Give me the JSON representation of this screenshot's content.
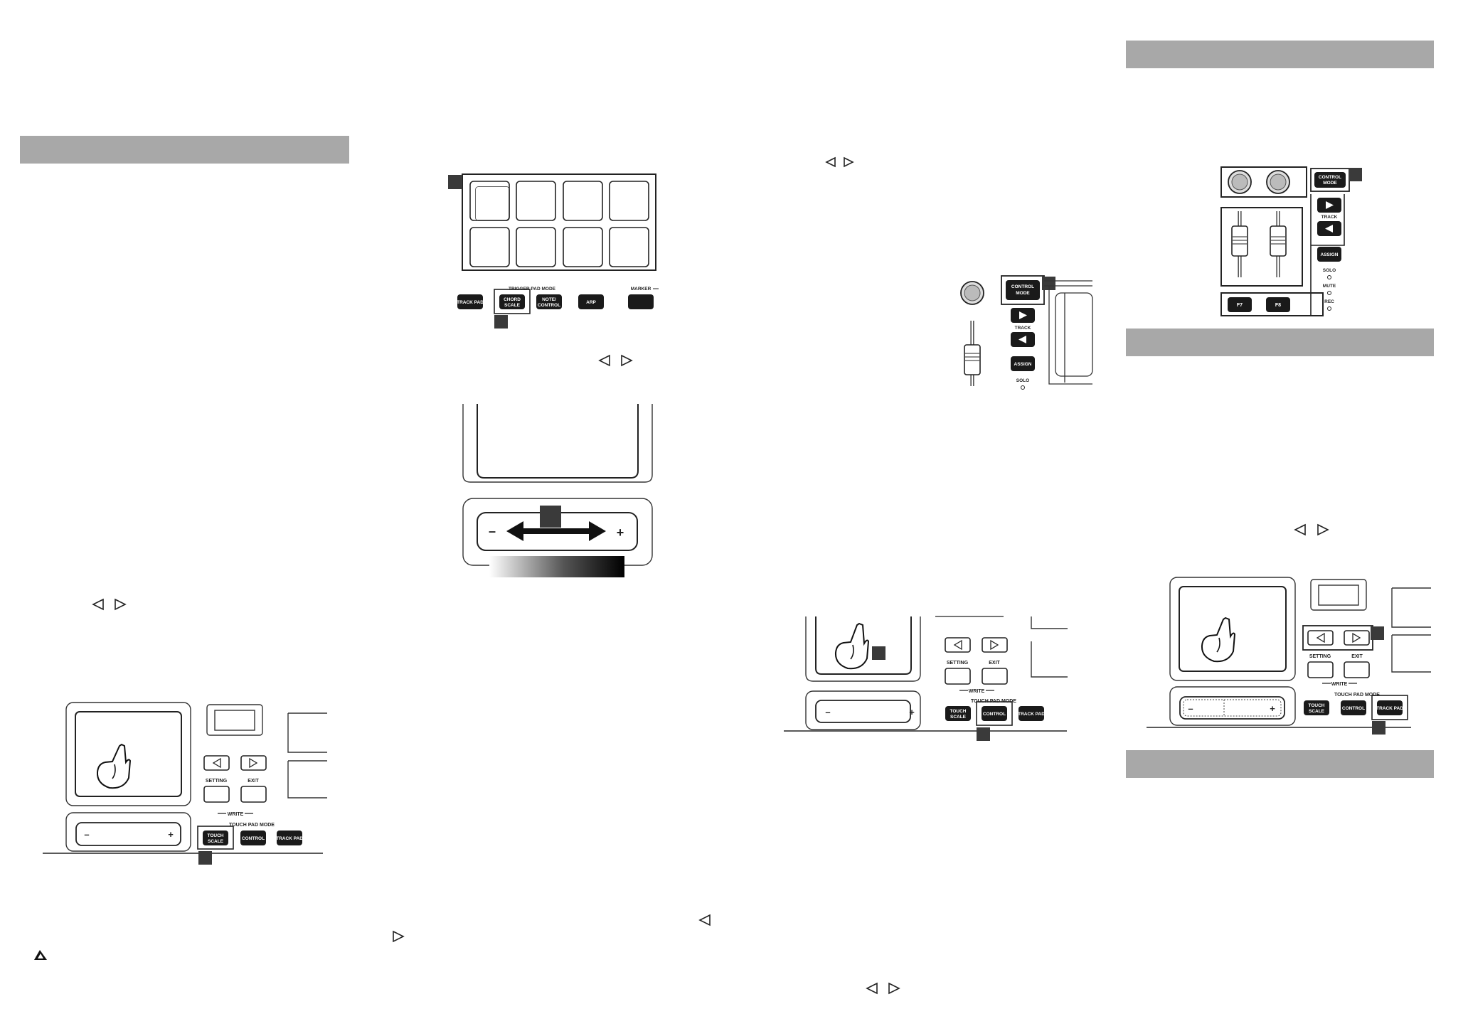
{
  "labels": {
    "trigger_pad_mode": "TRIGGER PAD MODE",
    "track_pad": "TRACK PAD",
    "chord": "CHORD",
    "scale": "SCALE",
    "note": "NOTE/",
    "control": "CONTROL",
    "arp": "ARP",
    "marker": "MARKER",
    "touch": "TOUCH",
    "control_mode_a": "CONTROL",
    "control_mode_b": "MODE",
    "track": "TRACK",
    "assign": "ASSIGN",
    "solo": "SOLO",
    "mute": "MUTE",
    "rec": "REC",
    "setting": "SETTING",
    "exit": "EXIT",
    "write": "WRITE",
    "touch_pad_mode": "TOUCH PAD MODE",
    "f7": "F7",
    "f8": "F8",
    "minus": "–",
    "plus": "+"
  },
  "colors": {
    "heading_band": "#a8a8a8",
    "button_fill": "#1a1a1a",
    "marker": "#3a3a3a",
    "line": "#222222"
  },
  "icons": [
    "triangle-left-icon",
    "triangle-right-icon",
    "hand-pointer-icon",
    "warning-icon"
  ]
}
